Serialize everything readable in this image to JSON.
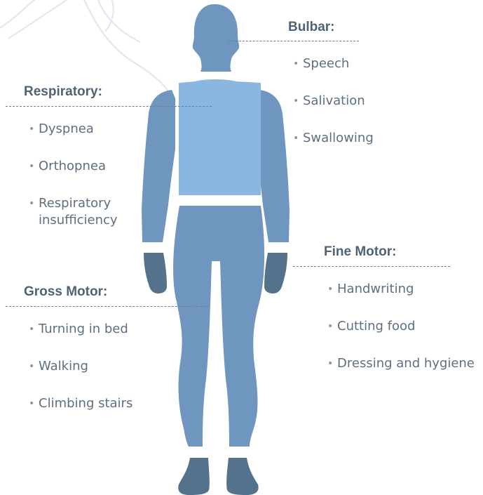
{
  "colors": {
    "body": "#6f96be",
    "torso": "#8ab7e1",
    "hands_feet": "#55728c",
    "heading": "#4f6276",
    "item_text": "#5e6f80",
    "leader_line": "#6d7e90",
    "background_trace": "#dbe7f0"
  },
  "icons": {
    "figure": "human-body-silhouette",
    "bullet": "middle-dot"
  },
  "bullet": "•",
  "groups": {
    "bulbar": {
      "heading": "Bulbar:",
      "items": [
        "Speech",
        "Salivation",
        "Swallowing"
      ]
    },
    "respiratory": {
      "heading": "Respiratory:",
      "items": [
        "Dyspnea",
        "Orthopnea",
        "Respiratory insufficiency"
      ]
    },
    "fine_motor": {
      "heading": "Fine Motor:",
      "items": [
        "Handwriting",
        "Cutting food",
        "Dressing and hygiene"
      ]
    },
    "gross_motor": {
      "heading": "Gross Motor:",
      "items": [
        "Turning in bed",
        "Walking",
        "Climbing stairs"
      ]
    }
  }
}
